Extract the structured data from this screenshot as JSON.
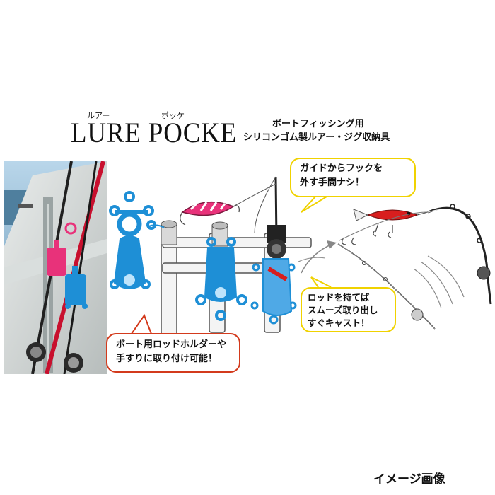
{
  "title": {
    "main": "LURE POCKE",
    "ruby_lure": "ルアー",
    "ruby_pocke": "ポッケ"
  },
  "subtitle": {
    "line1": "ボートフィッシング用",
    "line2": "シリコンゴム製ルアー・ジグ収納具"
  },
  "callouts": {
    "guide": [
      "ガイドからフックを",
      "外す手間ナシ！"
    ],
    "rod": [
      "ロッドを持てば",
      "スムーズ取り出し",
      "すぐキャスト！"
    ],
    "mount": [
      "ボート用ロッドホルダーや",
      "手すりに取り付け可能！"
    ]
  },
  "caption": "イメージ画像",
  "colors": {
    "pocket_blue": "#1e8fd6",
    "pocket_pink": "#e8327a",
    "callout_yellow": "#f0d200",
    "callout_red": "#d33a1c",
    "lure_red": "#d81e1e",
    "rod_red": "#c8102e"
  }
}
